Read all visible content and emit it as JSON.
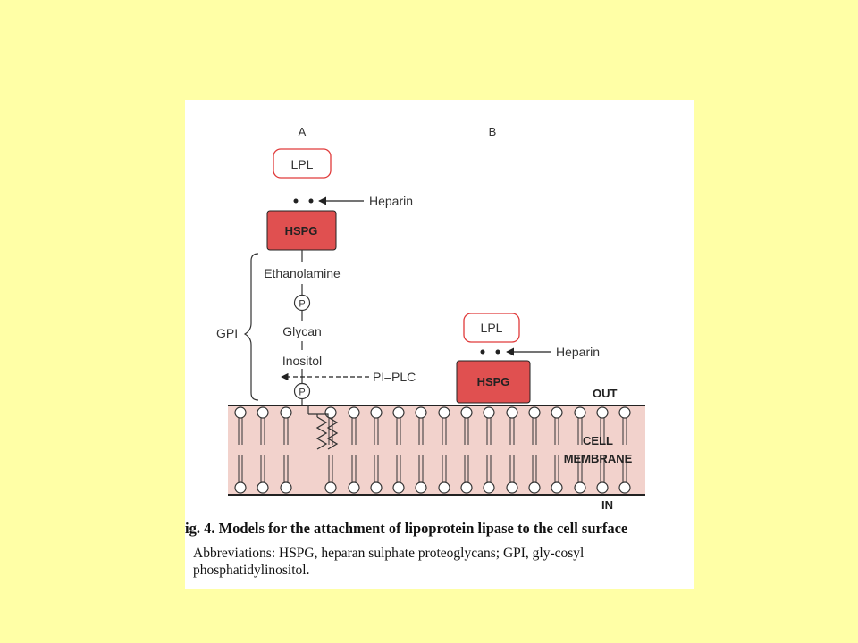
{
  "figure": {
    "panel_a_label": "A",
    "panel_b_label": "B",
    "panel_a": {
      "lpl": "LPL",
      "heparin": "Heparin",
      "hspg": "HSPG",
      "ethanolamine": "Ethanolamine",
      "phosphate_top": "P",
      "glycan": "Glycan",
      "inositol": "Inositol",
      "phosphate_bottom": "P",
      "pi_plc": "PI–PLC",
      "gpi": "GPI"
    },
    "panel_b": {
      "lpl": "LPL",
      "heparin": "Heparin",
      "hspg": "HSPG"
    },
    "membrane": {
      "out": "OUT",
      "cell": "CELL",
      "membrane": "MEMBRANE",
      "in": "IN"
    },
    "colors": {
      "hspg_fill": "#e05050",
      "lpl_text": "#e03a3a",
      "membrane_fill": "#f2d2cc",
      "page_bg": "#ffffa6"
    }
  },
  "caption": {
    "title": "ig. 4. Models for the attachment of lipoprotein lipase to the cell surface",
    "abbreviations": "Abbreviations: HSPG, heparan sulphate proteoglycans; GPI, gly-­cosyl phosphatidylinositol."
  }
}
